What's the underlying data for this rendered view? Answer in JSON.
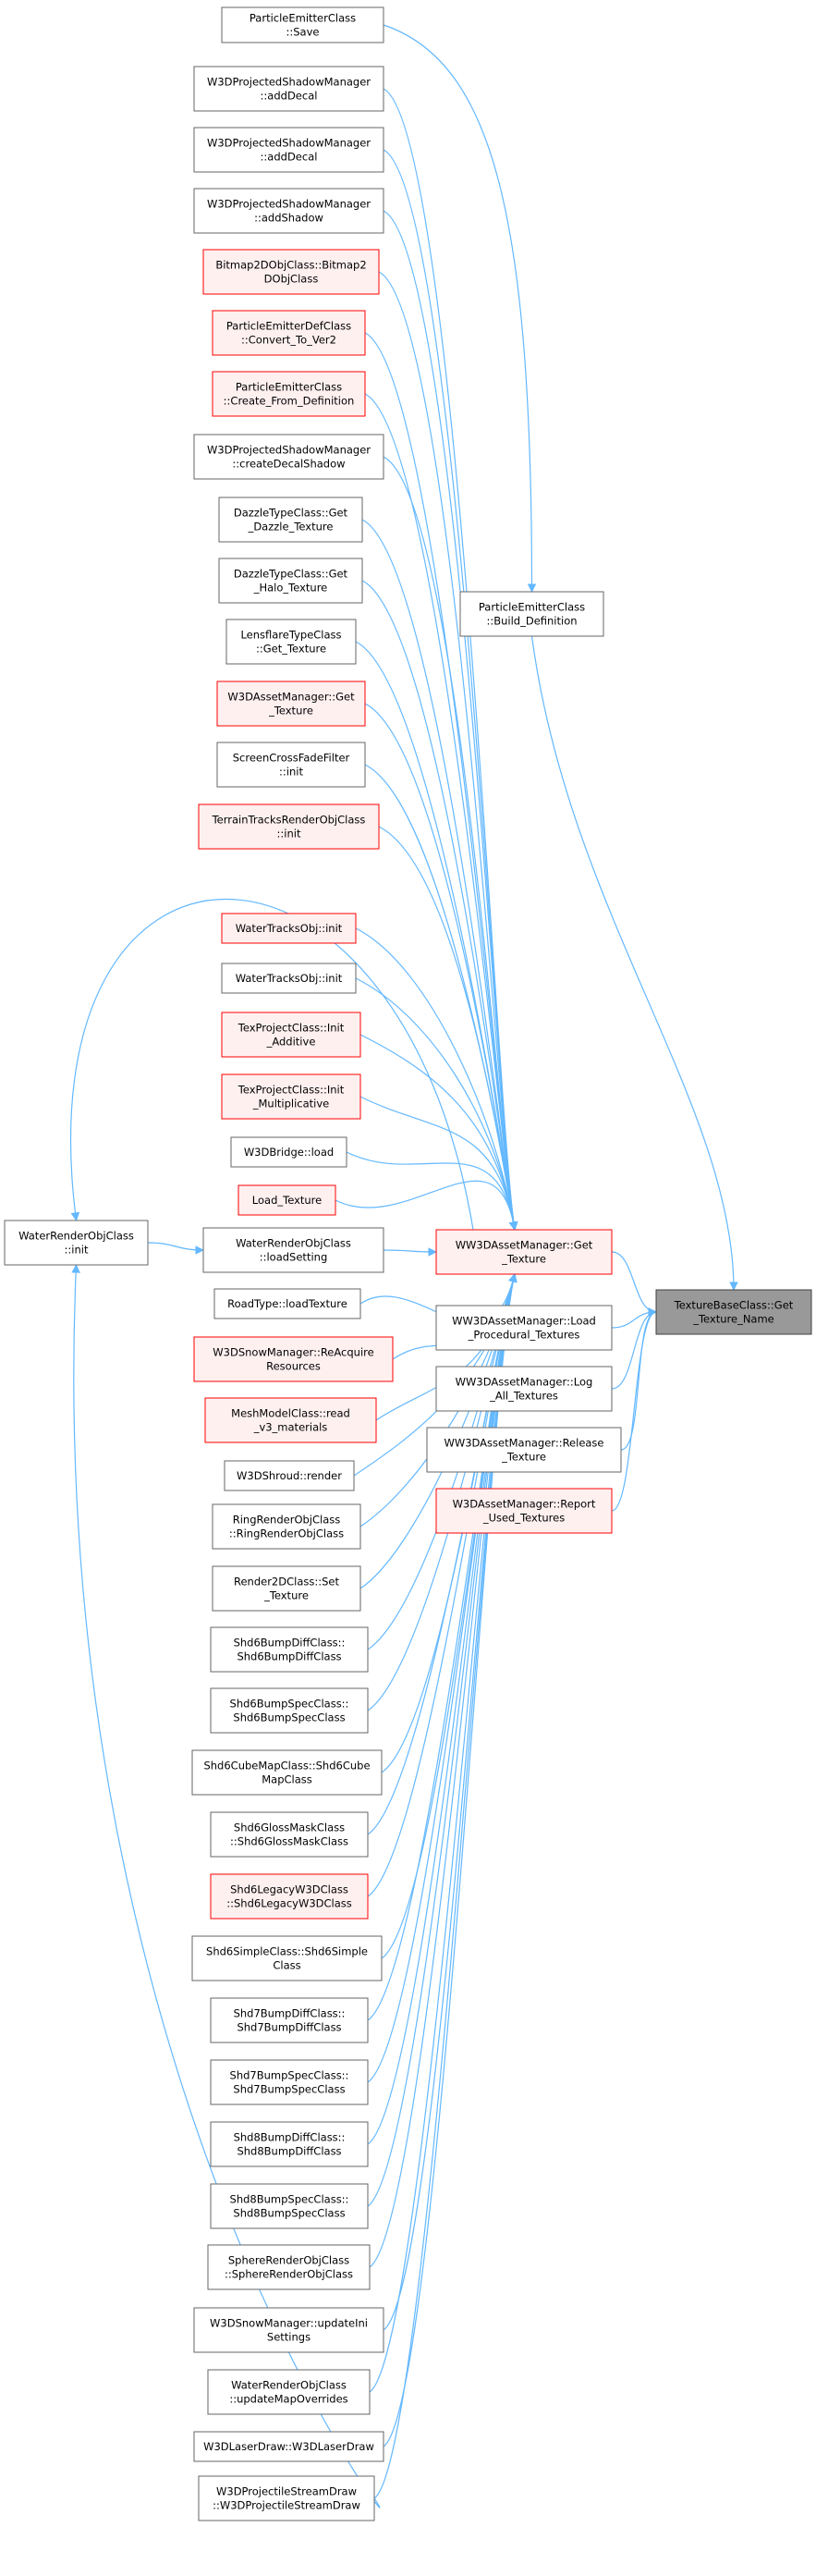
{
  "colors": {
    "edge": "#63b8ff",
    "node_border_default": "#666666",
    "node_fill_default": "#ffffff",
    "node_border_red": "#ff0000",
    "node_fill_red": "#fff0f0",
    "node_border_root": "#404040",
    "node_fill_root": "#999999"
  },
  "nodes": [
    {
      "id": "n1",
      "lines": [
        "ParticleEmitterClass",
        "::Save"
      ],
      "style": "default"
    },
    {
      "id": "n2",
      "lines": [
        "W3DProjectedShadowManager",
        "::addDecal"
      ],
      "style": "default"
    },
    {
      "id": "n3",
      "lines": [
        "W3DProjectedShadowManager",
        "::addDecal"
      ],
      "style": "default"
    },
    {
      "id": "n4",
      "lines": [
        "W3DProjectedShadowManager",
        "::addShadow"
      ],
      "style": "default"
    },
    {
      "id": "n5",
      "lines": [
        "Bitmap2DObjClass::Bitmap2",
        "DObjClass"
      ],
      "style": "red"
    },
    {
      "id": "n6",
      "lines": [
        "ParticleEmitterDefClass",
        "::Convert_To_Ver2"
      ],
      "style": "red"
    },
    {
      "id": "n7",
      "lines": [
        "ParticleEmitterClass",
        "::Create_From_Definition"
      ],
      "style": "red"
    },
    {
      "id": "n8",
      "lines": [
        "W3DProjectedShadowManager",
        "::createDecalShadow"
      ],
      "style": "default"
    },
    {
      "id": "n9",
      "lines": [
        "DazzleTypeClass::Get",
        "_Dazzle_Texture"
      ],
      "style": "default"
    },
    {
      "id": "n10",
      "lines": [
        "DazzleTypeClass::Get",
        "_Halo_Texture"
      ],
      "style": "default"
    },
    {
      "id": "n11",
      "lines": [
        "LensflareTypeClass",
        "::Get_Texture"
      ],
      "style": "default"
    },
    {
      "id": "n12",
      "lines": [
        "W3DAssetManager::Get",
        "_Texture"
      ],
      "style": "red"
    },
    {
      "id": "n13",
      "lines": [
        "ScreenCrossFadeFilter",
        "::init"
      ],
      "style": "default"
    },
    {
      "id": "n14",
      "lines": [
        "TerrainTracksRenderObjClass",
        "::init"
      ],
      "style": "red"
    },
    {
      "id": "n15",
      "lines": [
        "WaterTracksObj::init"
      ],
      "style": "red"
    },
    {
      "id": "n16",
      "lines": [
        "WaterTracksObj::init"
      ],
      "style": "default"
    },
    {
      "id": "n17",
      "lines": [
        "TexProjectClass::Init",
        "_Additive"
      ],
      "style": "red"
    },
    {
      "id": "n18",
      "lines": [
        "TexProjectClass::Init",
        "_Multiplicative"
      ],
      "style": "red"
    },
    {
      "id": "n19",
      "lines": [
        "W3DBridge::load"
      ],
      "style": "default"
    },
    {
      "id": "n20",
      "lines": [
        "Load_Texture"
      ],
      "style": "red"
    },
    {
      "id": "n21",
      "lines": [
        "WaterRenderObjClass",
        "::loadSetting"
      ],
      "style": "default"
    },
    {
      "id": "n22",
      "lines": [
        "RoadType::loadTexture"
      ],
      "style": "default"
    },
    {
      "id": "n23",
      "lines": [
        "W3DSnowManager::ReAcquire",
        "Resources"
      ],
      "style": "red"
    },
    {
      "id": "n24",
      "lines": [
        "MeshModelClass::read",
        "_v3_materials"
      ],
      "style": "red"
    },
    {
      "id": "n25",
      "lines": [
        "W3DShroud::render"
      ],
      "style": "default"
    },
    {
      "id": "n26",
      "lines": [
        "RingRenderObjClass",
        "::RingRenderObjClass"
      ],
      "style": "default"
    },
    {
      "id": "n27",
      "lines": [
        "Render2DClass::Set",
        "_Texture"
      ],
      "style": "default"
    },
    {
      "id": "n28",
      "lines": [
        "Shd6BumpDiffClass::",
        "Shd6BumpDiffClass"
      ],
      "style": "default"
    },
    {
      "id": "n29",
      "lines": [
        "Shd6BumpSpecClass::",
        "Shd6BumpSpecClass"
      ],
      "style": "default"
    },
    {
      "id": "n30",
      "lines": [
        "Shd6CubeMapClass::Shd6Cube",
        "MapClass"
      ],
      "style": "default"
    },
    {
      "id": "n31",
      "lines": [
        "Shd6GlossMaskClass",
        "::Shd6GlossMaskClass"
      ],
      "style": "default"
    },
    {
      "id": "n32",
      "lines": [
        "Shd6LegacyW3DClass",
        "::Shd6LegacyW3DClass"
      ],
      "style": "red"
    },
    {
      "id": "n33",
      "lines": [
        "Shd6SimpleClass::Shd6Simple",
        "Class"
      ],
      "style": "default"
    },
    {
      "id": "n34",
      "lines": [
        "Shd7BumpDiffClass::",
        "Shd7BumpDiffClass"
      ],
      "style": "default"
    },
    {
      "id": "n35",
      "lines": [
        "Shd7BumpSpecClass::",
        "Shd7BumpSpecClass"
      ],
      "style": "default"
    },
    {
      "id": "n36",
      "lines": [
        "Shd8BumpDiffClass::",
        "Shd8BumpDiffClass"
      ],
      "style": "default"
    },
    {
      "id": "n37",
      "lines": [
        "Shd8BumpSpecClass::",
        "Shd8BumpSpecClass"
      ],
      "style": "default"
    },
    {
      "id": "n38",
      "lines": [
        "SphereRenderObjClass",
        "::SphereRenderObjClass"
      ],
      "style": "default"
    },
    {
      "id": "n39",
      "lines": [
        "W3DSnowManager::updateIni",
        "Settings"
      ],
      "style": "default"
    },
    {
      "id": "n40",
      "lines": [
        "WaterRenderObjClass",
        "::updateMapOverrides"
      ],
      "style": "default"
    },
    {
      "id": "n41",
      "lines": [
        "W3DLaserDraw::W3DLaserDraw"
      ],
      "style": "default"
    },
    {
      "id": "n42",
      "lines": [
        "W3DProjectileStreamDraw",
        "::W3DProjectileStreamDraw"
      ],
      "style": "default"
    },
    {
      "id": "wroc",
      "lines": [
        "WaterRenderObjClass",
        "::init"
      ],
      "style": "default"
    },
    {
      "id": "pebd",
      "lines": [
        "ParticleEmitterClass",
        "::Build_Definition"
      ],
      "style": "default"
    },
    {
      "id": "ww3d",
      "lines": [
        "WW3DAssetManager::Get",
        "_Texture"
      ],
      "style": "red"
    },
    {
      "id": "lpt",
      "lines": [
        "WW3DAssetManager::Load",
        "_Procedural_Textures"
      ],
      "style": "default"
    },
    {
      "id": "lat",
      "lines": [
        "WW3DAssetManager::Log",
        "_All_Textures"
      ],
      "style": "default"
    },
    {
      "id": "rel",
      "lines": [
        "WW3DAssetManager::Release",
        "_Texture"
      ],
      "style": "default"
    },
    {
      "id": "rut",
      "lines": [
        "W3DAssetManager::Report",
        "_Used_Textures"
      ],
      "style": "red"
    },
    {
      "id": "root",
      "lines": [
        "TextureBaseClass::Get",
        "_Texture_Name"
      ],
      "style": "root"
    }
  ]
}
